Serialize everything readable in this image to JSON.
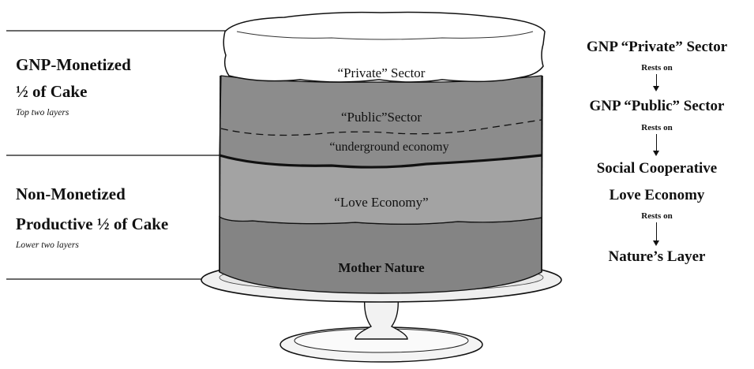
{
  "left": {
    "monetized_line1": "GNP-Monetized",
    "monetized_line2": "½ of Cake",
    "monetized_note": "Top two layers",
    "non_monetized_line1": "Non-Monetized",
    "non_monetized_line2": "Productive ½ of Cake",
    "non_monetized_note": "Lower two layers"
  },
  "cake_layers": {
    "private": "“Private” Sector",
    "public": "“Public”Sector",
    "underground": "“underground economy",
    "love": "“Love Economy”",
    "nature": "Mother Nature"
  },
  "right": {
    "item1": "GNP “Private” Sector",
    "rests_on_1": "Rests on",
    "item2": "GNP “Public” Sector",
    "rests_on_2": "Rests on",
    "item3_line1": "Social Cooperative",
    "item3_line2": "Love Economy",
    "rests_on_3": "Rests on",
    "item4": "Nature’s Layer"
  },
  "colors": {
    "frosting": "#ffffff",
    "upper_layer": "#8c8c8c",
    "love_layer": "#a3a3a3",
    "nature_layer": "#848484",
    "outline": "#111111"
  }
}
